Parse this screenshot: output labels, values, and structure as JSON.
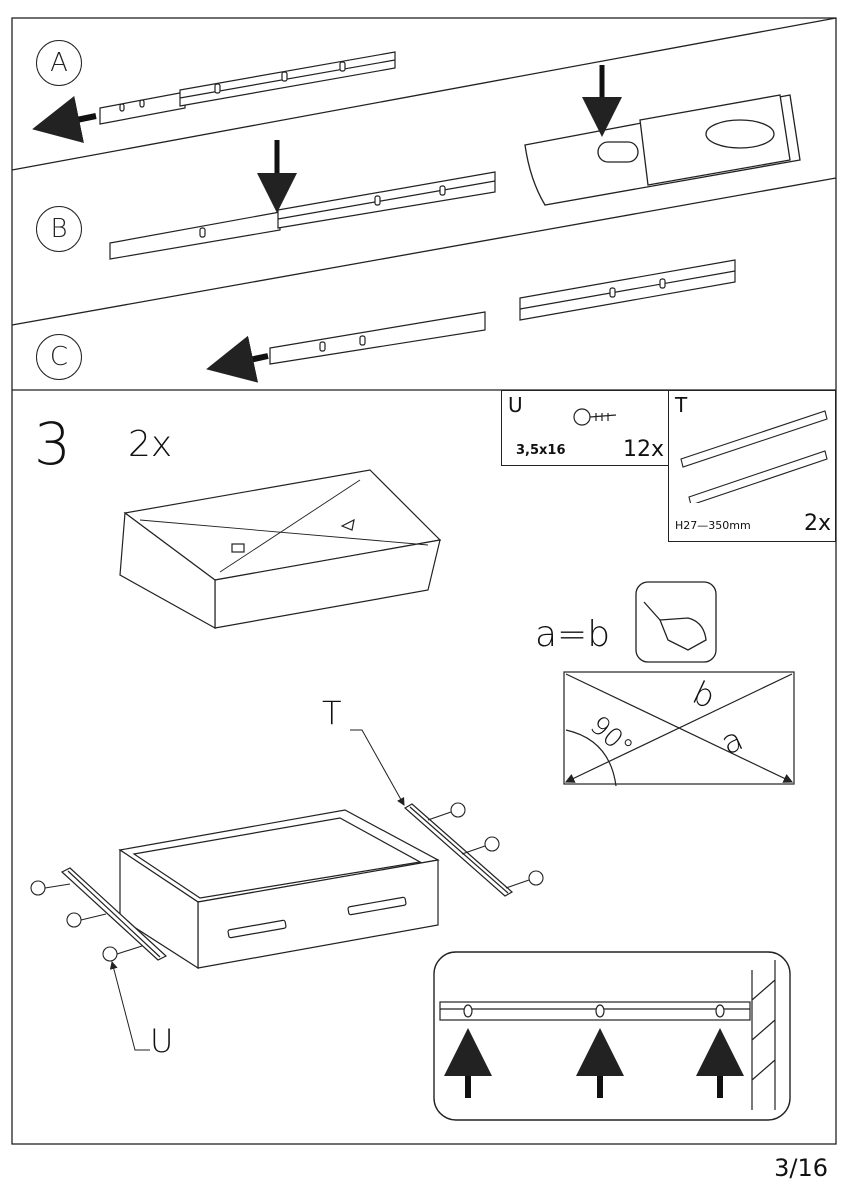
{
  "steps": {
    "a": "A",
    "b": "B",
    "c": "C",
    "main_number": "3",
    "quantity": "2x"
  },
  "parts": {
    "u": {
      "code": "U",
      "size": "3,5x16",
      "count": "12x"
    },
    "t": {
      "code": "T",
      "size": "H27—350mm",
      "count": "2x"
    }
  },
  "square_check": {
    "formula": "a=b",
    "label_a": "a",
    "label_b": "b",
    "angle": "90°"
  },
  "callouts": {
    "t": "T",
    "u": "U"
  },
  "page": "3/16",
  "colors": {
    "ink": "#111111",
    "line": "#222222",
    "paper": "#ffffff"
  }
}
